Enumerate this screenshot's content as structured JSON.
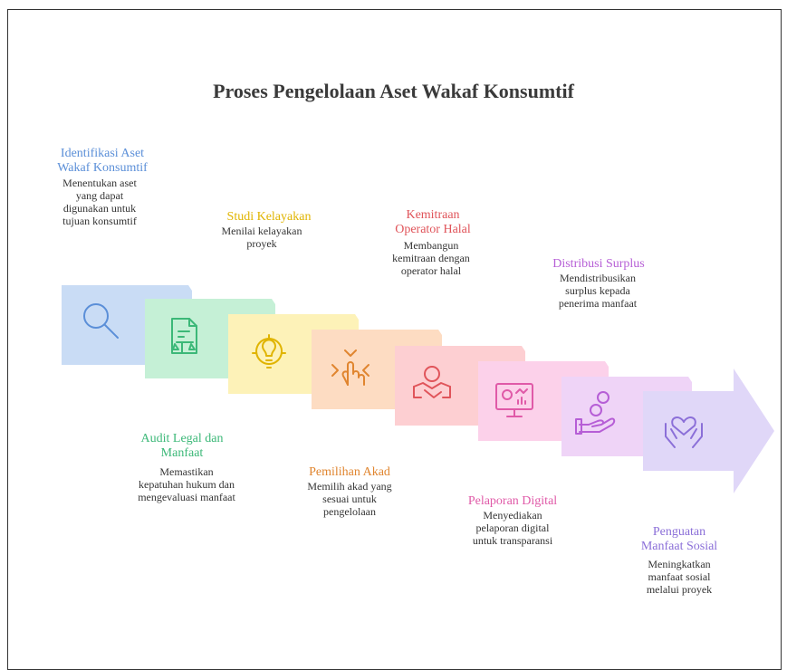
{
  "title": "Proses Pengelolaan Aset Wakaf Konsumtif",
  "steps": [
    {
      "title": "Identifikasi Aset Wakaf Konsumtif",
      "title_lines": [
        "Identifikasi Aset",
        "Wakaf Konsumtif"
      ],
      "desc_lines": [
        "Menentukan aset",
        "yang dapat",
        "digunakan untuk",
        "tujuan konsumtif"
      ],
      "color": "#5b8fd8",
      "fill": "#c9dcf5",
      "icon": "search-icon"
    },
    {
      "title": "Audit Legal dan Manfaat",
      "title_lines": [
        "Audit Legal dan",
        "Manfaat"
      ],
      "desc_lines": [
        "Memastikan",
        "kepatuhan hukum dan",
        "mengevaluasi manfaat"
      ],
      "color": "#3cb878",
      "fill": "#c5f0d6",
      "icon": "legal-document-icon"
    },
    {
      "title": "Studi Kelayakan",
      "title_lines": [
        "Studi Kelayakan"
      ],
      "desc_lines": [
        "Menilai kelayakan",
        "proyek"
      ],
      "color": "#e0b400",
      "fill": "#fdf2b8",
      "icon": "lightbulb-gear-icon"
    },
    {
      "title": "Pemilihan Akad",
      "title_lines": [
        "Pemilihan Akad"
      ],
      "desc_lines": [
        "Memilih akad yang",
        "sesuai untuk",
        "pengelolaan"
      ],
      "color": "#e0852f",
      "fill": "#fddcc2",
      "icon": "hand-tap-icon"
    },
    {
      "title": "Kemitraan Operator Halal",
      "title_lines": [
        "Kemitraan",
        "Operator Halal"
      ],
      "desc_lines": [
        "Membangun",
        "kemitraan dengan",
        "operator halal"
      ],
      "color": "#e0545a",
      "fill": "#fdcfd2",
      "icon": "handshake-icon"
    },
    {
      "title": "Pelaporan Digital",
      "title_lines": [
        "Pelaporan Digital"
      ],
      "desc_lines": [
        "Menyediakan",
        "pelaporan digital",
        "untuk transparansi"
      ],
      "color": "#e05aa8",
      "fill": "#fcd1ea",
      "icon": "monitor-chart-icon"
    },
    {
      "title": "Distribusi Surplus",
      "title_lines": [
        "Distribusi Surplus"
      ],
      "desc_lines": [
        "Mendistribusikan",
        "surplus kepada",
        "penerima manfaat"
      ],
      "color": "#b65ed6",
      "fill": "#efd4f7",
      "icon": "hand-coins-icon"
    },
    {
      "title": "Penguatan Manfaat Sosial",
      "title_lines": [
        "Penguatan",
        "Manfaat Sosial"
      ],
      "desc_lines": [
        "Meningkatkan",
        "manfaat sosial",
        "melalui proyek"
      ],
      "color": "#8b6fd8",
      "fill": "#e0d7f8",
      "icon": "heart-hands-icon"
    }
  ]
}
